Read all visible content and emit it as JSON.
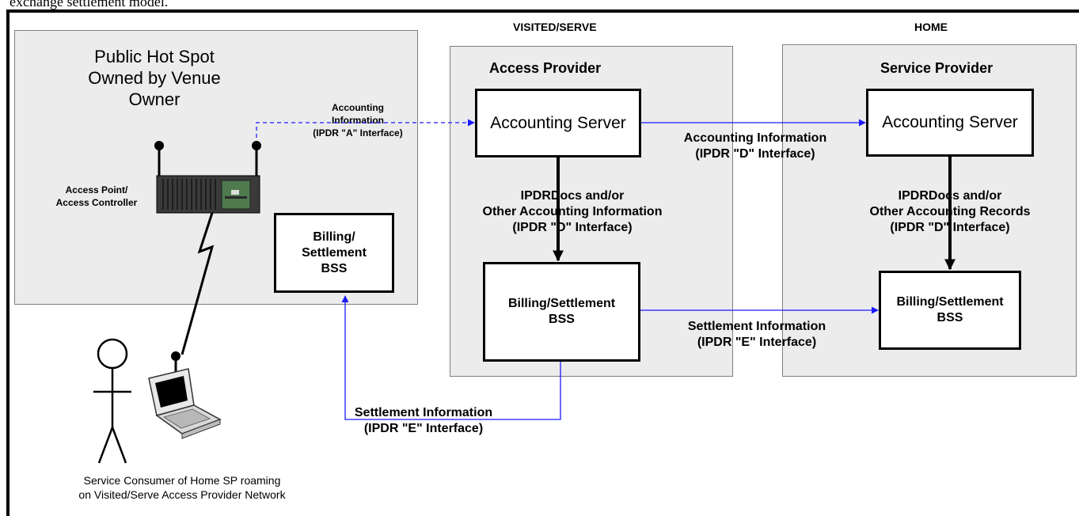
{
  "caption": "exchange settlement model.",
  "headers": {
    "visited": "VISITED/SERVE",
    "home": "HOME"
  },
  "hotspot": {
    "title": "Public Hot Spot\nOwned by Venue\nOwner",
    "ap_label": "Access Point/\nAccess Controller",
    "billing": "Billing/\nSettlement\nBSS"
  },
  "access_provider": {
    "title": "Access Provider",
    "accounting_server": "Accounting Server",
    "billing": "Billing/Settlement\nBSS",
    "vertical_label": "IPDRDocs and/or\nOther Accounting Information\n(IPDR \"D\" Interface)"
  },
  "service_provider": {
    "title": "Service Provider",
    "accounting_server": "Accounting Server",
    "billing": "Billing/Settlement\nBSS",
    "vertical_label": "IPDRDocs and/or\nOther Accounting Records\n(IPDR \"D\" Interface)"
  },
  "flows": {
    "a_interface": "Accounting\nInformation\n(IPDR \"A\" Interface)",
    "d_interface": "Accounting Information\n(IPDR \"D\" Interface)",
    "e_interface_right": "Settlement Information\n(IPDR \"E\" Interface)",
    "e_interface_bottom": "Settlement Information\n(IPDR \"E\" Interface)"
  },
  "consumer": "Service Consumer of  Home SP roaming\non Visited/Serve Access Provider Network"
}
